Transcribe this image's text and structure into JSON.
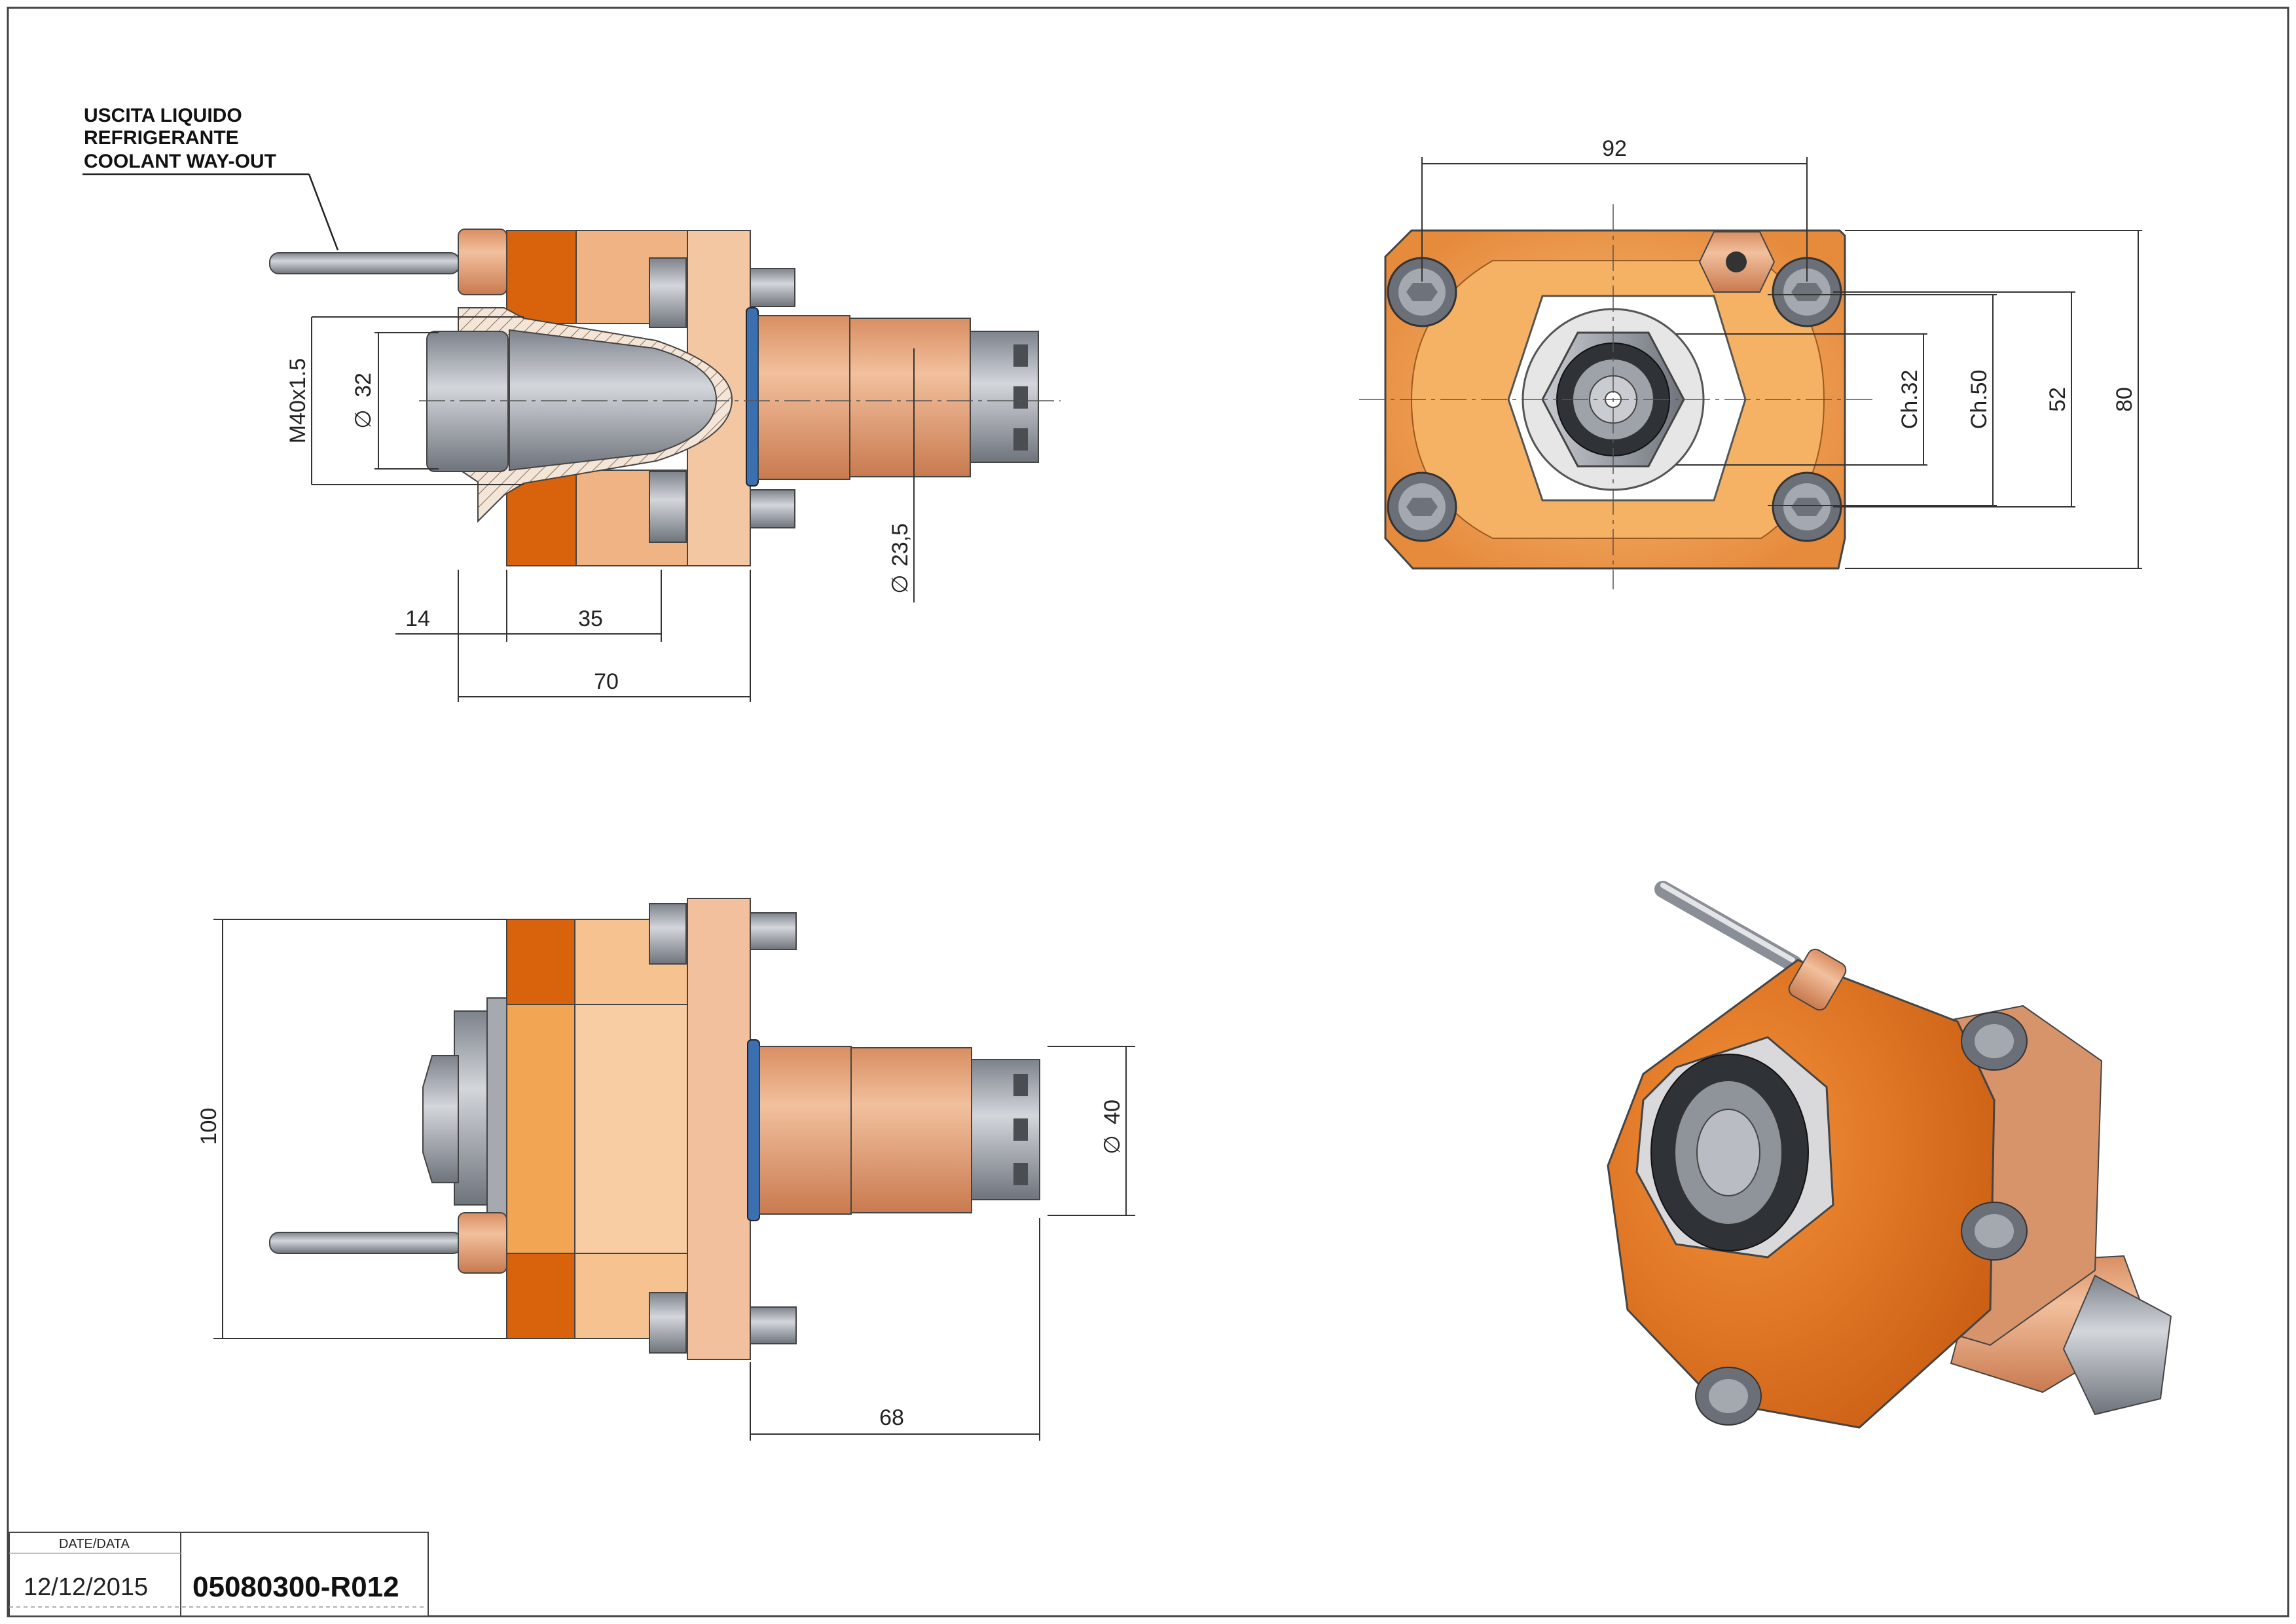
{
  "note": {
    "line1": "USCITA LIQUIDO",
    "line2": "REFRIGERANTE",
    "line3": "COOLANT WAY-OUT"
  },
  "dimensions": {
    "side_view": {
      "thread": "M40x1.5",
      "bore": "32",
      "shaft": "23,5",
      "d14": "14",
      "d35": "35",
      "d70": "70"
    },
    "front_view": {
      "width": "92",
      "ch32": "Ch.32",
      "ch50": "Ch.50",
      "d52": "52",
      "d80": "80"
    },
    "top_view": {
      "height": "100",
      "diameter": "40",
      "length": "68"
    }
  },
  "diameter_symbol": "∅",
  "title_block": {
    "date_label": "DATE/DATA",
    "date": "12/12/2015",
    "code": "05080300-R012"
  },
  "colors": {
    "orange_dark": "#d9620c",
    "orange_light": "#f6b264",
    "copper": "#e8a97f",
    "steel": "#9a9ea6",
    "seal_blue": "#3a6fb0"
  }
}
